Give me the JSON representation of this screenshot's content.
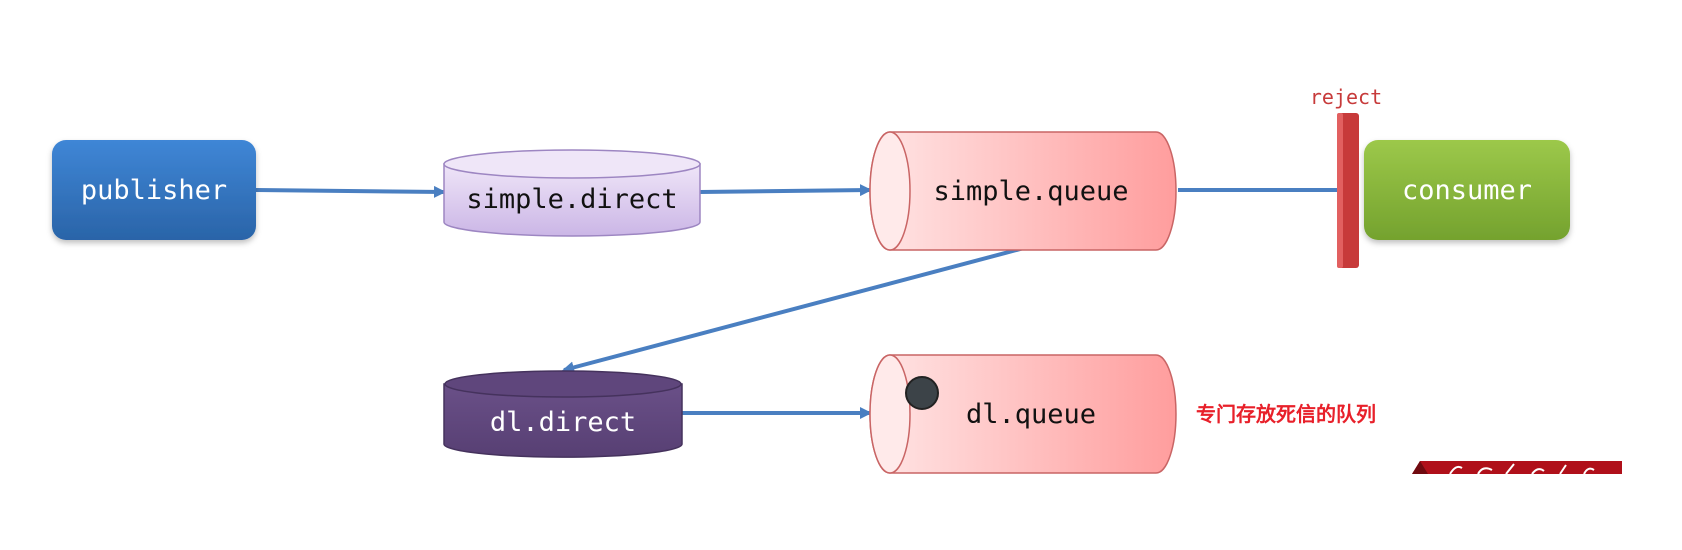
{
  "nodes": {
    "publisher": {
      "label": "publisher",
      "color": "#2e6db4"
    },
    "simple_direct": {
      "label": "simple.direct",
      "color": "#d8c8ec"
    },
    "simple_queue": {
      "label": "simple.queue",
      "color": "#ff9d9d"
    },
    "consumer": {
      "label": "consumer",
      "color": "#86b43a"
    },
    "dl_direct": {
      "label": "dl.direct",
      "color": "#5c4479"
    },
    "dl_queue": {
      "label": "dl.queue",
      "color": "#ff9d9d"
    }
  },
  "reject": {
    "label": "reject",
    "color": "#c73a3a"
  },
  "annotation": {
    "text": "专门存放死信的队列",
    "color": "#e8202a"
  },
  "edge_color": "#4a7fc1"
}
